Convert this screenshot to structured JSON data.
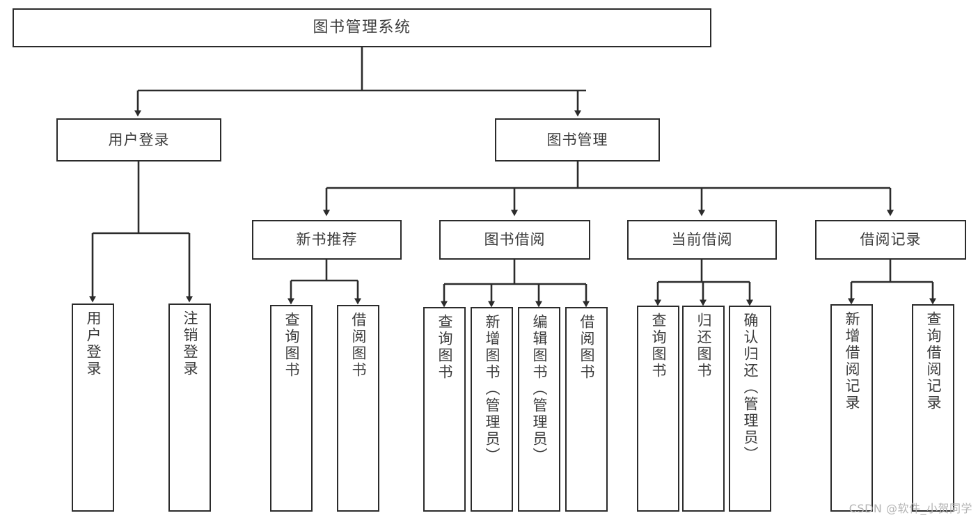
{
  "diagram": {
    "title": "图书管理系统",
    "type": "hierarchy-tree",
    "watermark": "CSDN @软件_小贺同学",
    "colors": {
      "box_border": "#2b2b2b",
      "box_fill": "#ffffff",
      "text": "#3c3c3c",
      "connector": "#2b2b2b",
      "watermark": "#b4b4b4",
      "background": "#ffffff"
    },
    "levels": {
      "root": {
        "label": "图书管理系统"
      },
      "level2": [
        {
          "label": "用户登录"
        },
        {
          "label": "图书管理"
        }
      ],
      "level3": [
        {
          "label": "新书推荐"
        },
        {
          "label": "图书借阅"
        },
        {
          "label": "当前借阅"
        },
        {
          "label": "借阅记录"
        }
      ],
      "leaves": {
        "user_login": [
          {
            "label": "用户登录"
          },
          {
            "label": "注销登录"
          }
        ],
        "new_book_recommend": [
          {
            "label": "查询图书"
          },
          {
            "label": "借阅图书"
          }
        ],
        "book_borrow": [
          {
            "label": "查询图书"
          },
          {
            "label": "新增图书（管理员）"
          },
          {
            "label": "编辑图书（管理员）"
          },
          {
            "label": "借阅图书"
          }
        ],
        "current_borrow": [
          {
            "label": "查询图书"
          },
          {
            "label": "归还图书"
          },
          {
            "label": "确认归还（管理员）"
          }
        ],
        "borrow_record": [
          {
            "label": "新增借阅记录"
          },
          {
            "label": "查询借阅记录"
          }
        ]
      }
    }
  }
}
